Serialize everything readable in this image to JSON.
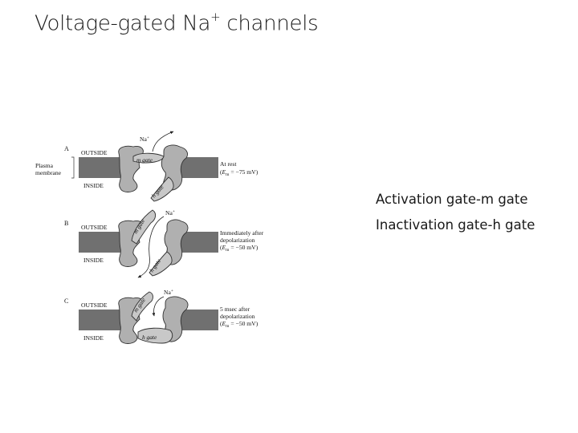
{
  "title": {
    "main": "Voltage-gated Na",
    "superscript": "+",
    "rest": " channels"
  },
  "notes": [
    "Activation gate-m gate",
    "Inactivation gate-h gate"
  ],
  "figure": {
    "colors": {
      "protein": "#b0b0b0",
      "membrane": "#707070",
      "stroke": "#303030"
    },
    "plasma_membrane_label": [
      "Plasma",
      "membrane"
    ],
    "ion_label": "Na",
    "ion_charge": "+",
    "panels": [
      {
        "letter": "A",
        "outside": "OUTSIDE",
        "inside": "INSIDE",
        "m_gate": "m gate",
        "h_gate": "h gate",
        "state_lines": [
          "At rest"
        ],
        "potential": {
          "E": "E",
          "sub": "m",
          "value": " = −75 mV"
        }
      },
      {
        "letter": "B",
        "outside": "OUTSIDE",
        "inside": "INSIDE",
        "m_gate": "m gate",
        "h_gate": "h gate",
        "state_lines": [
          "Immediately after",
          "depolarization"
        ],
        "potential": {
          "E": "E",
          "sub": "m",
          "value": " = −50 mV"
        }
      },
      {
        "letter": "C",
        "outside": "OUTSIDE",
        "inside": "INSIDE",
        "m_gate": "m gate",
        "h_gate": "h gate",
        "state_lines": [
          "5 msec after",
          "depolarization"
        ],
        "potential": {
          "E": "E",
          "sub": "m",
          "value": " = −50 mV"
        }
      }
    ]
  }
}
